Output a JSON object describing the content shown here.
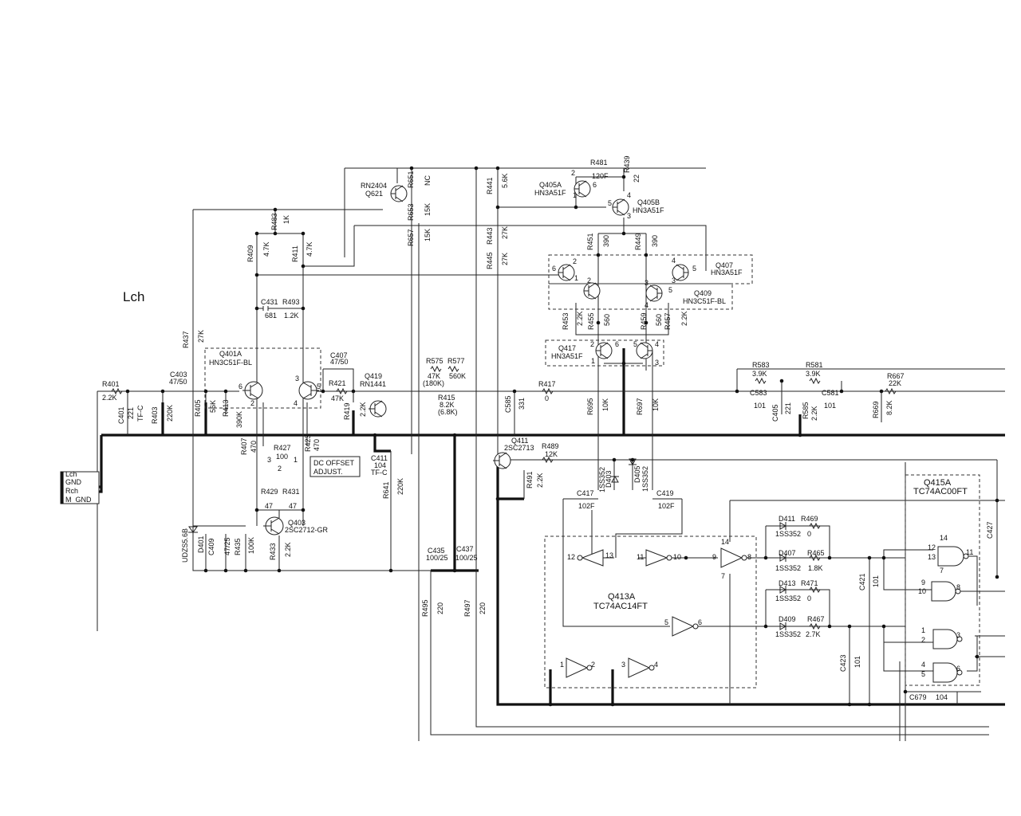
{
  "channel_label": "Lch",
  "connector_pins": [
    "Lch",
    "GND",
    "Rch",
    "M_GND"
  ],
  "note_box": [
    "DC OFFSET",
    "ADJUST."
  ],
  "component_labels": [
    {
      "id": "r481",
      "text": "R481"
    },
    {
      "id": "r481v",
      "text": "120F"
    },
    {
      "id": "r439",
      "text": "R439"
    },
    {
      "id": "r439v",
      "text": "22"
    },
    {
      "id": "q405a",
      "text": "Q405A"
    },
    {
      "id": "q405a_t",
      "text": "HN3A51F"
    },
    {
      "id": "q405b",
      "text": "Q405B"
    },
    {
      "id": "q405b_t",
      "text": "HN3A51F"
    },
    {
      "id": "rn2404",
      "text": "RN2404"
    },
    {
      "id": "q621",
      "text": "Q621"
    },
    {
      "id": "r651",
      "text": "R651"
    },
    {
      "id": "nc",
      "text": "NC"
    },
    {
      "id": "r653",
      "text": "R653"
    },
    {
      "id": "r653v",
      "text": "15K"
    },
    {
      "id": "r657",
      "text": "R657"
    },
    {
      "id": "r657v",
      "text": "15K"
    },
    {
      "id": "r441",
      "text": "R441"
    },
    {
      "id": "r441v",
      "text": "5.6K"
    },
    {
      "id": "r443",
      "text": "R443"
    },
    {
      "id": "r443v",
      "text": "27K"
    },
    {
      "id": "r445",
      "text": "R445"
    },
    {
      "id": "r445v",
      "text": "27K"
    },
    {
      "id": "r483",
      "text": "R483"
    },
    {
      "id": "r483v",
      "text": "1K"
    },
    {
      "id": "r409",
      "text": "R409"
    },
    {
      "id": "r409v",
      "text": "4.7K"
    },
    {
      "id": "r411",
      "text": "R411"
    },
    {
      "id": "r411v",
      "text": "4.7K"
    },
    {
      "id": "r451",
      "text": "R451"
    },
    {
      "id": "r451v",
      "text": "390"
    },
    {
      "id": "r449",
      "text": "R449"
    },
    {
      "id": "r449v",
      "text": "390"
    },
    {
      "id": "q407",
      "text": "Q407"
    },
    {
      "id": "q407_t",
      "text": "HN3A51F"
    },
    {
      "id": "q409",
      "text": "Q409"
    },
    {
      "id": "q409_t",
      "text": "HN3C51F-BL"
    },
    {
      "id": "c431",
      "text": "C431"
    },
    {
      "id": "c431v",
      "text": "681"
    },
    {
      "id": "r493",
      "text": "R493"
    },
    {
      "id": "r493v",
      "text": "1.2K"
    },
    {
      "id": "r453",
      "text": "R453"
    },
    {
      "id": "r453v",
      "text": "2.2K"
    },
    {
      "id": "r455",
      "text": "R455"
    },
    {
      "id": "r455v",
      "text": "560"
    },
    {
      "id": "r459",
      "text": "R459"
    },
    {
      "id": "r459v",
      "text": "560"
    },
    {
      "id": "r457",
      "text": "R457"
    },
    {
      "id": "r457v",
      "text": "2.2K"
    },
    {
      "id": "r437",
      "text": "R437"
    },
    {
      "id": "r437v",
      "text": "27K"
    },
    {
      "id": "q401a",
      "text": "Q401A"
    },
    {
      "id": "q401a_t",
      "text": "HN3C51F-BL"
    },
    {
      "id": "c407",
      "text": "C407"
    },
    {
      "id": "c407v",
      "text": "47/50"
    },
    {
      "id": "q417",
      "text": "Q417"
    },
    {
      "id": "q417_t",
      "text": "HN3A51F"
    },
    {
      "id": "r575",
      "text": "R575"
    },
    {
      "id": "r575v",
      "text": "47K"
    },
    {
      "id": "r575alt",
      "text": "(180K)"
    },
    {
      "id": "r577",
      "text": "R577"
    },
    {
      "id": "r577v",
      "text": "560K"
    },
    {
      "id": "r583",
      "text": "R583"
    },
    {
      "id": "r583v",
      "text": "3.9K"
    },
    {
      "id": "r581",
      "text": "R581"
    },
    {
      "id": "r581v",
      "text": "3.9K"
    },
    {
      "id": "r667",
      "text": "R667"
    },
    {
      "id": "r667v",
      "text": "22K"
    },
    {
      "id": "r401",
      "text": "R401"
    },
    {
      "id": "r401v",
      "text": "2.2K"
    },
    {
      "id": "c403",
      "text": "C403"
    },
    {
      "id": "c403v",
      "text": "47/50"
    },
    {
      "id": "q419",
      "text": "Q419"
    },
    {
      "id": "q419_t",
      "text": "RN1441"
    },
    {
      "id": "r421",
      "text": "R421"
    },
    {
      "id": "r421v",
      "text": "47K"
    },
    {
      "id": "r417",
      "text": "R417"
    },
    {
      "id": "r417v",
      "text": "0"
    },
    {
      "id": "r415",
      "text": "R415"
    },
    {
      "id": "r415v",
      "text": "8.2K"
    },
    {
      "id": "r415alt",
      "text": "(6.8K)"
    },
    {
      "id": "c583",
      "text": "C583"
    },
    {
      "id": "c583v",
      "text": "101"
    },
    {
      "id": "c581",
      "text": "C581"
    },
    {
      "id": "c581v",
      "text": "101"
    },
    {
      "id": "c401",
      "text": "C401"
    },
    {
      "id": "c401v",
      "text": "221"
    },
    {
      "id": "c401t",
      "text": "TF-C"
    },
    {
      "id": "r403",
      "text": "R403"
    },
    {
      "id": "r403v",
      "text": "220K"
    },
    {
      "id": "r405",
      "text": "R405"
    },
    {
      "id": "r405v",
      "text": "56K"
    },
    {
      "id": "r413",
      "text": "R413"
    },
    {
      "id": "r413v",
      "text": "390K"
    },
    {
      "id": "r419",
      "text": "R419"
    },
    {
      "id": "r419v",
      "text": "2.2K"
    },
    {
      "id": "c585",
      "text": "C585"
    },
    {
      "id": "c585v",
      "text": "331"
    },
    {
      "id": "r695",
      "text": "R695"
    },
    {
      "id": "r695v",
      "text": "10K"
    },
    {
      "id": "r697",
      "text": "R697"
    },
    {
      "id": "r697v",
      "text": "10K"
    },
    {
      "id": "c405",
      "text": "C405"
    },
    {
      "id": "c405v",
      "text": "221"
    },
    {
      "id": "r585",
      "text": "R585"
    },
    {
      "id": "r585v",
      "text": "2.2K"
    },
    {
      "id": "r669",
      "text": "R669"
    },
    {
      "id": "r669v",
      "text": "8.2K"
    },
    {
      "id": "r407",
      "text": "R407"
    },
    {
      "id": "r407v",
      "text": "470"
    },
    {
      "id": "r427",
      "text": "R427"
    },
    {
      "id": "r427v",
      "text": "100"
    },
    {
      "id": "r423",
      "text": "R423"
    },
    {
      "id": "r423v",
      "text": "470"
    },
    {
      "id": "c411",
      "text": "C411"
    },
    {
      "id": "c411v",
      "text": "104"
    },
    {
      "id": "c411t",
      "text": "TF-C"
    },
    {
      "id": "q411",
      "text": "Q411"
    },
    {
      "id": "q411_t",
      "text": "2SC2713"
    },
    {
      "id": "r489",
      "text": "R489"
    },
    {
      "id": "r489v",
      "text": "12K"
    },
    {
      "id": "r491",
      "text": "R491"
    },
    {
      "id": "r491v",
      "text": "2.2K"
    },
    {
      "id": "d403",
      "text": "D403"
    },
    {
      "id": "d403t",
      "text": "1SS352"
    },
    {
      "id": "d405",
      "text": "D405"
    },
    {
      "id": "d405t",
      "text": "1SS352"
    },
    {
      "id": "r641",
      "text": "R641"
    },
    {
      "id": "r641v",
      "text": "220K"
    },
    {
      "id": "r429",
      "text": "R429"
    },
    {
      "id": "r429v",
      "text": "47"
    },
    {
      "id": "r431",
      "text": "R431"
    },
    {
      "id": "r431v",
      "text": "47"
    },
    {
      "id": "c417",
      "text": "C417"
    },
    {
      "id": "c417v",
      "text": "102F"
    },
    {
      "id": "c419",
      "text": "C419"
    },
    {
      "id": "c419v",
      "text": "102F"
    },
    {
      "id": "q415a",
      "text": "Q415A"
    },
    {
      "id": "q415a_t",
      "text": "TC74AC00FT"
    },
    {
      "id": "c427",
      "text": "C427"
    },
    {
      "id": "d411",
      "text": "D411"
    },
    {
      "id": "r469",
      "text": "R469"
    },
    {
      "id": "d411t",
      "text": "1SS352"
    },
    {
      "id": "r469v",
      "text": "0"
    },
    {
      "id": "d407",
      "text": "D407"
    },
    {
      "id": "r465",
      "text": "R465"
    },
    {
      "id": "d407t",
      "text": "1SS352"
    },
    {
      "id": "r465v",
      "text": "1.8K"
    },
    {
      "id": "d413",
      "text": "D413"
    },
    {
      "id": "r471",
      "text": "R471"
    },
    {
      "id": "d413t",
      "text": "1SS352"
    },
    {
      "id": "r471v",
      "text": "0"
    },
    {
      "id": "d409",
      "text": "D409"
    },
    {
      "id": "r467",
      "text": "R467"
    },
    {
      "id": "d409t",
      "text": "1SS352"
    },
    {
      "id": "r467v",
      "text": "2.7K"
    },
    {
      "id": "q403",
      "text": "Q403"
    },
    {
      "id": "q403_t",
      "text": "2SC2712-GR"
    },
    {
      "id": "udz",
      "text": "UDZS5.6B"
    },
    {
      "id": "d401",
      "text": "D401"
    },
    {
      "id": "c409",
      "text": "C409"
    },
    {
      "id": "c409v",
      "text": "47/25"
    },
    {
      "id": "r435",
      "text": "R435"
    },
    {
      "id": "r435v",
      "text": "100K"
    },
    {
      "id": "r433",
      "text": "R433"
    },
    {
      "id": "r433v",
      "text": "2.2K"
    },
    {
      "id": "c435",
      "text": "C435"
    },
    {
      "id": "c435v",
      "text": "100/25"
    },
    {
      "id": "c437",
      "text": "C437"
    },
    {
      "id": "c437v",
      "text": "100/25"
    },
    {
      "id": "q413a",
      "text": "Q413A"
    },
    {
      "id": "q413a_t",
      "text": "TC74AC14FT"
    },
    {
      "id": "c421",
      "text": "C421"
    },
    {
      "id": "c421v",
      "text": "101"
    },
    {
      "id": "c423",
      "text": "C423"
    },
    {
      "id": "c423v",
      "text": "101"
    },
    {
      "id": "r495",
      "text": "R495"
    },
    {
      "id": "r495v",
      "text": "220"
    },
    {
      "id": "r497",
      "text": "R497"
    },
    {
      "id": "r497v",
      "text": "220"
    },
    {
      "id": "c679",
      "text": "C679"
    },
    {
      "id": "c679v",
      "text": "104"
    }
  ],
  "pin_numbers": [
    {
      "id": "p_q405a_2",
      "text": "2"
    },
    {
      "id": "p_q405a_6",
      "text": "6"
    },
    {
      "id": "p_q405a_1",
      "text": "1"
    },
    {
      "id": "p_q405b_4",
      "text": "4"
    },
    {
      "id": "p_q405b_5",
      "text": "5"
    },
    {
      "id": "p_q405b_3",
      "text": "3"
    },
    {
      "id": "p_q407l_2",
      "text": "2"
    },
    {
      "id": "p_q407l_6",
      "text": "6"
    },
    {
      "id": "p_q407l_1",
      "text": "1"
    },
    {
      "id": "p_q407r_4",
      "text": "4"
    },
    {
      "id": "p_q407r_5",
      "text": "5"
    },
    {
      "id": "p_q407r_3",
      "text": "3"
    },
    {
      "id": "p_q409_3",
      "text": "3"
    },
    {
      "id": "p_q409_2",
      "text": "2"
    },
    {
      "id": "p_q409_4",
      "text": "4"
    },
    {
      "id": "p_q409_5",
      "text": "5"
    },
    {
      "id": "p_q417_2",
      "text": "2"
    },
    {
      "id": "p_q417_6",
      "text": "6"
    },
    {
      "id": "p_q417_5",
      "text": "5"
    },
    {
      "id": "p_q417_4",
      "text": "4"
    },
    {
      "id": "p_q417_1",
      "text": "1"
    },
    {
      "id": "p_q417_3",
      "text": "3"
    },
    {
      "id": "p_q401_6",
      "text": "6"
    },
    {
      "id": "p_q401_2",
      "text": "2"
    },
    {
      "id": "p_q401_3",
      "text": "3"
    },
    {
      "id": "p_q401_4",
      "text": "4"
    },
    {
      "id": "p_q401_5",
      "text": "5"
    },
    {
      "id": "p_r427_3",
      "text": "3"
    },
    {
      "id": "p_r427_2",
      "text": "2"
    },
    {
      "id": "p_r427_1",
      "text": "1"
    },
    {
      "id": "p_inv12",
      "text": "12"
    },
    {
      "id": "p_inv13",
      "text": "13"
    },
    {
      "id": "p_inv11",
      "text": "11"
    },
    {
      "id": "p_inv10",
      "text": "10"
    },
    {
      "id": "p_inv9",
      "text": "9"
    },
    {
      "id": "p_inv8",
      "text": "8"
    },
    {
      "id": "p_inv14",
      "text": "14"
    },
    {
      "id": "p_inv7",
      "text": "7"
    },
    {
      "id": "p_inv5",
      "text": "5"
    },
    {
      "id": "p_inv6",
      "text": "6"
    },
    {
      "id": "p_inv1",
      "text": "1"
    },
    {
      "id": "p_inv2",
      "text": "2"
    },
    {
      "id": "p_inv3",
      "text": "3"
    },
    {
      "id": "p_inv4",
      "text": "4"
    },
    {
      "id": "p_n14",
      "text": "14"
    },
    {
      "id": "p_n12",
      "text": "12"
    },
    {
      "id": "p_n13",
      "text": "13"
    },
    {
      "id": "p_n11",
      "text": "11"
    },
    {
      "id": "p_n7",
      "text": "7"
    },
    {
      "id": "p_n9",
      "text": "9"
    },
    {
      "id": "p_n10",
      "text": "10"
    },
    {
      "id": "p_n8",
      "text": "8"
    },
    {
      "id": "p_n1",
      "text": "1"
    },
    {
      "id": "p_n2",
      "text": "2"
    },
    {
      "id": "p_n3",
      "text": "3"
    },
    {
      "id": "p_n4",
      "text": "4"
    },
    {
      "id": "p_n5",
      "text": "5"
    },
    {
      "id": "p_n6",
      "text": "6"
    }
  ]
}
